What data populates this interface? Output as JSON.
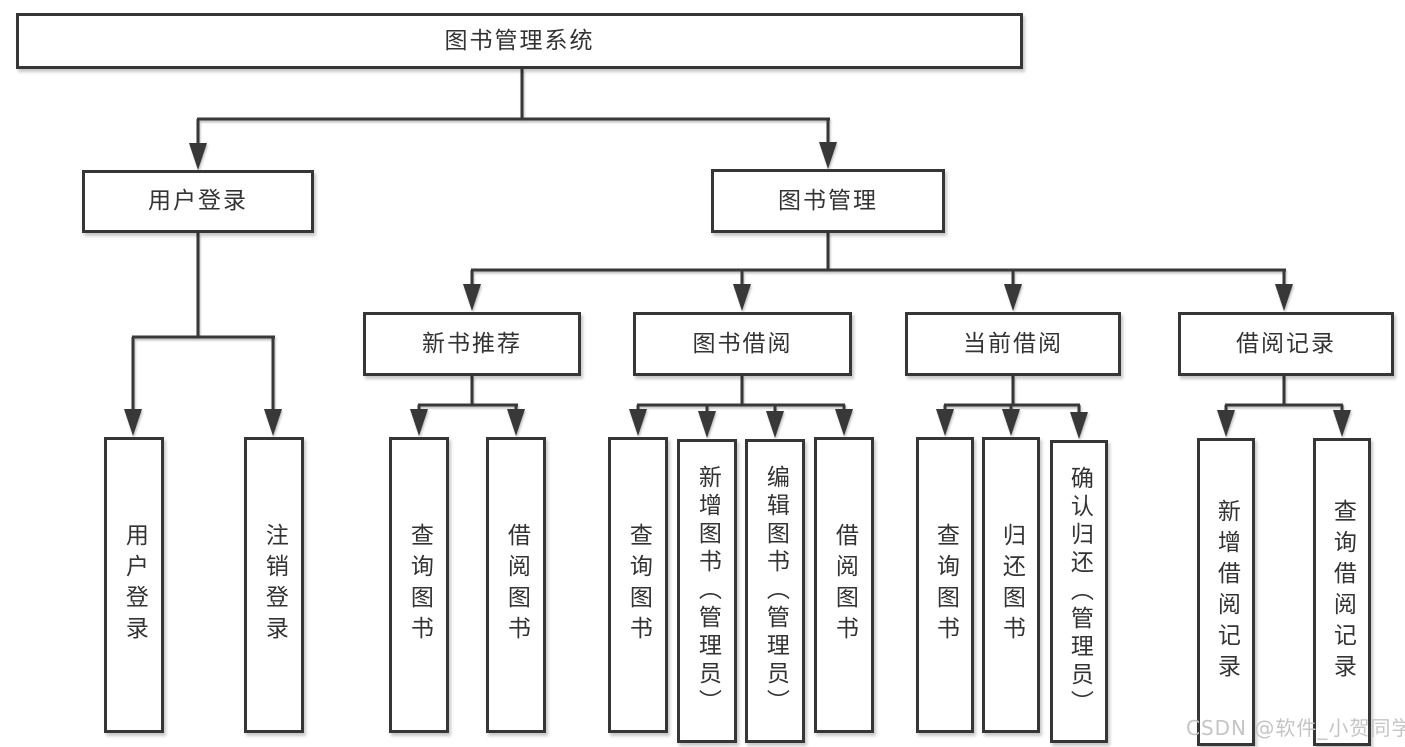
{
  "tree": {
    "label": "图书管理系统",
    "children": [
      {
        "label": "用户登录",
        "children": [
          {
            "label": "用户登录"
          },
          {
            "label": "注销登录"
          }
        ]
      },
      {
        "label": "图书管理",
        "children": [
          {
            "label": "新书推荐",
            "children": [
              {
                "label": "查询图书"
              },
              {
                "label": "借阅图书"
              }
            ]
          },
          {
            "label": "图书借阅",
            "children": [
              {
                "label": "查询图书"
              },
              {
                "label": "新增图书（管理员）"
              },
              {
                "label": "编辑图书（管理员）"
              },
              {
                "label": "借阅图书"
              }
            ]
          },
          {
            "label": "当前借阅",
            "children": [
              {
                "label": "查询图书"
              },
              {
                "label": "归还图书"
              },
              {
                "label": "确认归还（管理员）"
              }
            ]
          },
          {
            "label": "借阅记录",
            "children": [
              {
                "label": "新增借阅记录"
              },
              {
                "label": "查询借阅记录"
              }
            ]
          }
        ]
      }
    ]
  },
  "watermark": {
    "text": "CSDN @软件_小贺同学"
  },
  "colors": {
    "line": "#383838",
    "box_border": "#363636",
    "box_background": "#ffffff",
    "text": "#333333",
    "background": "#ffffff",
    "watermark": "#c5c5c5"
  }
}
